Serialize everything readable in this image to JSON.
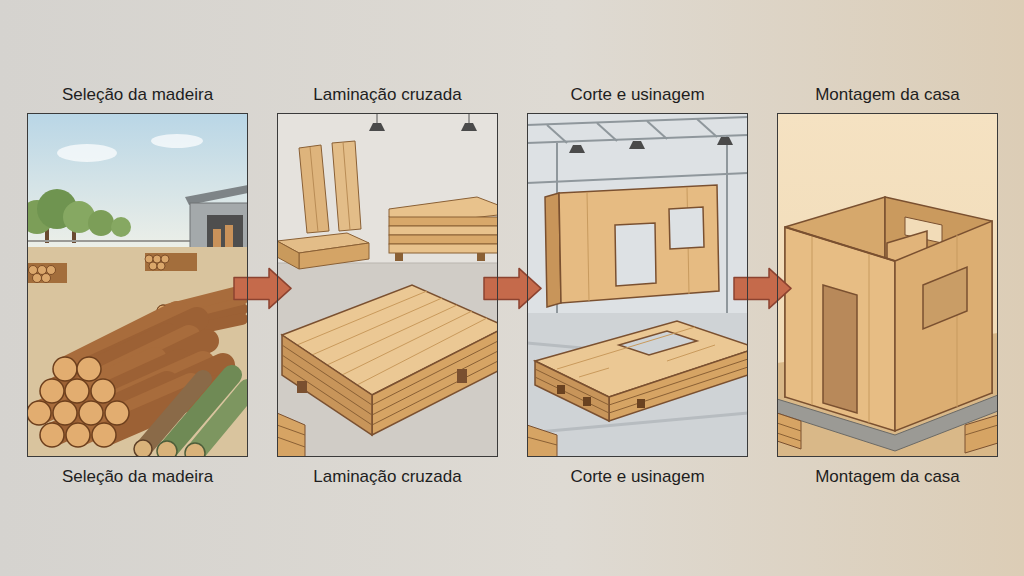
{
  "diagram": {
    "nodes": [
      {
        "text": [
          "Seleção da madeira",
          "Seleção da madeira"
        ]
      },
      {
        "text": [
          "Laminação cruzada",
          "Laminação cruzada"
        ]
      },
      {
        "text": [
          "Corte e usinagem",
          "Corte e usinagem"
        ]
      },
      {
        "text": [
          "Montagem da casa",
          "Montagem da casa"
        ]
      }
    ],
    "edges": [
      {
        "from": 0,
        "to": 1,
        "arrow": "to"
      },
      {
        "from": 1,
        "to": 2,
        "arrow": "to"
      },
      {
        "from": 2,
        "to": 3,
        "arrow": "to"
      }
    ]
  }
}
